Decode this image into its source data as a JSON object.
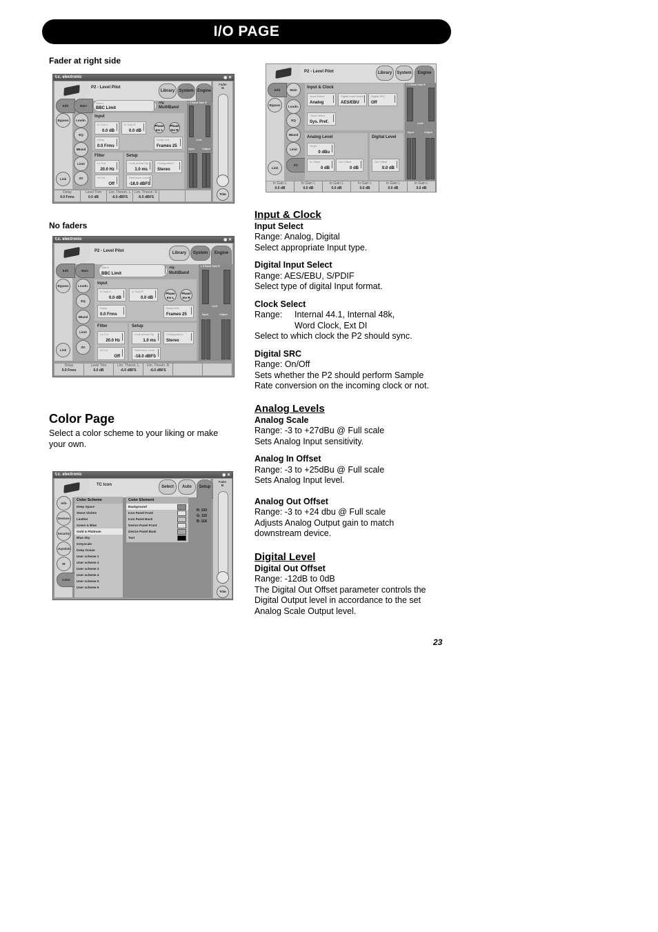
{
  "page": {
    "banner_title": "I/O PAGE",
    "page_number": "23"
  },
  "captions": {
    "fader_right": "Fader at right side",
    "no_faders": "No faders"
  },
  "color_page": {
    "heading": "Color Page",
    "description": "Select a color scheme to your liking or make your own."
  },
  "screenshots": {
    "common": {
      "brand": "t.c. electronic",
      "preset_title": "P2 - Level Pilot",
      "tabs": [
        "Library",
        "System",
        "Engine"
      ],
      "nav_edit": "Edit",
      "nav_bypass": "Bypass",
      "nav_link": "Link",
      "subnav": [
        "Main",
        "Loudn.",
        "EQ",
        "5Band",
        "Limit",
        "I/O"
      ],
      "fader_label": "Fader",
      "fader_value": "G",
      "trim_label": "Trim"
    },
    "main": {
      "name_label": "Name",
      "name_value": "BBC Limit",
      "algo_label": "Alg:",
      "algo_value": "MultiBand",
      "input_title": "Input",
      "in_gain_l_label": "In Gain L",
      "in_gain_l_value": "0.0 dB",
      "in_gain_r_label": "In Gain R",
      "in_gain_r_value": "0.0 dB",
      "phase_l": "Phase Inv L",
      "phase_r": "Phase Inv R",
      "delay_label": "Delay",
      "delay_value": "0.0 Frms",
      "delay_unit_label": "Delay Unit",
      "delay_unit_value": "Frames 25",
      "filter_title": "Filter",
      "lo_cut_label": "Lo Cut",
      "lo_cut_value": "20.0 Hz",
      "hi_cut_label": "Hi Cut",
      "hi_cut_value": "Off",
      "setup_title": "Setup",
      "lookahead_label": "Look-ahead Dly",
      "lookahead_value": "1.0 ms",
      "config_label": "Configuration",
      "config_value": "Stereo",
      "ref_level_label": "Reference Level",
      "ref_level_value": "-18.0 dBFS",
      "meter_header": "L  5 Band Gain  R",
      "meter_limit": "Limit",
      "meter_input": "Input",
      "meter_output": "Output",
      "bottom": [
        {
          "label": "Delay",
          "value": "0.0 Frms"
        },
        {
          "label": "Level Trim",
          "value": "0.0 dB"
        },
        {
          "label": "Lim. Thresh. L",
          "value": "-6.0 dBFS"
        },
        {
          "label": "Lim. Thresh. R",
          "value": "-6.0 dBFS"
        },
        {
          "label": "",
          "value": ""
        },
        {
          "label": "",
          "value": ""
        }
      ]
    },
    "io": {
      "input_clock_title": "Input & Clock",
      "input_select_label": "Input Select",
      "input_select_value": "Analog",
      "digital_input_label": "Digital Input Select",
      "digital_input_value": "AES/EBU",
      "digital_src_label": "Digital SRC",
      "digital_src_value": "Off",
      "clock_select_label": "Clock Select",
      "clock_select_value": "Sys. Pref.",
      "analog_level_title": "Analog Level",
      "scale_label": "Scale",
      "scale_value": "0 dBu",
      "in_offset_label": "In Offset",
      "in_offset_value": "0 dB",
      "out_offset_label": "Out Offset",
      "out_offset_value": "0 dB",
      "digital_level_title": "Digital Level",
      "dig_out_offset_label": "Out Offset",
      "dig_out_offset_value": "0.0 dB",
      "bottom": [
        {
          "label": "In Gain L",
          "value": "0.0 dB"
        },
        {
          "label": "In Gain L",
          "value": "0.0 dB"
        },
        {
          "label": "In Gain L",
          "value": "0.0 dB"
        },
        {
          "label": "In Gain L",
          "value": "0.0 dB"
        },
        {
          "label": "In Gain L",
          "value": "0.0 dB"
        },
        {
          "label": "In Gain L",
          "value": "0.0 dB"
        }
      ]
    },
    "color": {
      "preset_title": "TC Icon",
      "tabs": [
        "Select",
        "Auto",
        "Setup"
      ],
      "nav": [
        "Info",
        "Devices",
        "Security",
        "Joystick",
        "IR",
        "Color"
      ],
      "scheme_header": "Color Scheme",
      "schemes": [
        "Deep Space",
        "Stone Violets",
        "Leather",
        "Green & Blue",
        "Gold & Platinum",
        "Blue Sky",
        "Greyscale",
        "Deep Ocean",
        "User scheme 1",
        "User scheme 2",
        "User scheme 3",
        "User scheme 4",
        "User scheme 5",
        "User scheme 6"
      ],
      "selected_scheme": "Gold & Platinum",
      "element_header": "Color Element",
      "elements": [
        {
          "name": "Background",
          "color": "#8a8a8a"
        },
        {
          "name": "Icon Panel Front",
          "color": "#e4e4e4"
        },
        {
          "name": "Icon Panel Back",
          "color": "#c4c4c4"
        },
        {
          "name": "Device Panel Front",
          "color": "#e0e0e0"
        },
        {
          "name": "Device Panel Back",
          "color": "#a8a8a8"
        },
        {
          "name": "Text",
          "color": "#000000"
        }
      ],
      "rgb": {
        "r": "R:  103",
        "g": "G:  115",
        "b": "B:  118"
      }
    }
  },
  "docs": {
    "input_clock": {
      "heading": "Input & Clock",
      "items": [
        {
          "title": "Input Select",
          "lines": [
            "Range: Analog, Digital",
            "Select appropriate Input type."
          ]
        },
        {
          "title": "Digital Input Select",
          "lines": [
            "Range: AES/EBU, S/PDIF",
            "Select type of digital Input format."
          ]
        },
        {
          "title": "Clock Select",
          "range_key": "Range:",
          "range_lines": [
            "Internal 44.1, Internal 48k,",
            "Word Clock, Ext DI"
          ],
          "lines": [
            "Select to which clock the P2 should sync."
          ]
        },
        {
          "title": "Digital SRC",
          "lines": [
            "Range: On/Off",
            "Sets whether the P2 should perform Sample",
            "Rate conversion on the incoming clock or not."
          ]
        }
      ]
    },
    "analog_levels": {
      "heading": "Analog Levels",
      "items": [
        {
          "title": "Analog Scale",
          "lines": [
            "Range: -3 to +27dBu @ Full scale",
            "Sets Analog Input sensitivity."
          ]
        },
        {
          "title": "Analog In Offset",
          "lines": [
            "Range: -3 to +25dBu @ Full scale",
            "Sets Analog Input level."
          ]
        },
        {
          "title": "Analog Out Offset",
          "lines": [
            "Range: -3 to +24 dbu @ Full scale",
            "Adjusts Analog Output gain to match",
            "downstream device."
          ]
        }
      ]
    },
    "digital_level": {
      "heading": "Digital Level",
      "items": [
        {
          "title": "Digital Out Offset",
          "lines": [
            "Range: -12dB to 0dB",
            "The Digital Out Offset parameter controls the",
            "Digital Output level in accordance to the set",
            "Analog Scale Output level."
          ]
        }
      ]
    }
  }
}
